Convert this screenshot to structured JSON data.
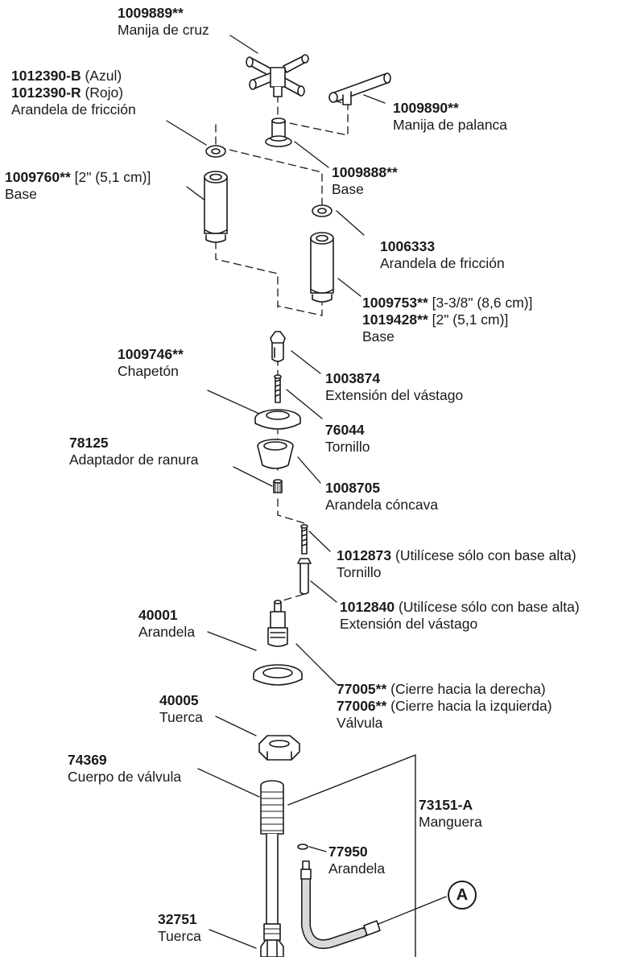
{
  "parts": [
    {
      "id": "p1009889",
      "lines": [
        [
          {
            "t": "1009889**",
            "b": true
          }
        ],
        [
          {
            "t": "Manija de cruz",
            "b": false
          }
        ]
      ]
    },
    {
      "id": "p1012390",
      "lines": [
        [
          {
            "t": "1012390-B",
            "b": true
          },
          {
            "t": " (Azul)",
            "b": false
          }
        ],
        [
          {
            "t": "1012390-R",
            "b": true
          },
          {
            "t": " (Rojo)",
            "b": false
          }
        ],
        [
          {
            "t": "Arandela de fricción",
            "b": false
          }
        ]
      ]
    },
    {
      "id": "p1009890",
      "lines": [
        [
          {
            "t": "1009890**",
            "b": true
          }
        ],
        [
          {
            "t": "Manija de palanca",
            "b": false
          }
        ]
      ]
    },
    {
      "id": "p1009760",
      "lines": [
        [
          {
            "t": "1009760**",
            "b": true
          },
          {
            "t": " [2\" (5,1 cm)]",
            "b": false
          }
        ],
        [
          {
            "t": "Base",
            "b": false
          }
        ]
      ]
    },
    {
      "id": "p1009888",
      "lines": [
        [
          {
            "t": "1009888**",
            "b": true
          }
        ],
        [
          {
            "t": "Base",
            "b": false
          }
        ]
      ]
    },
    {
      "id": "p1006333",
      "lines": [
        [
          {
            "t": "1006333",
            "b": true
          }
        ],
        [
          {
            "t": "Arandela de fricción",
            "b": false
          }
        ]
      ]
    },
    {
      "id": "p1009753",
      "lines": [
        [
          {
            "t": "1009753**",
            "b": true
          },
          {
            "t": " [3-3/8\" (8,6 cm)]",
            "b": false
          }
        ],
        [
          {
            "t": "1019428**",
            "b": true
          },
          {
            "t": " [2\" (5,1 cm)]",
            "b": false
          }
        ],
        [
          {
            "t": "Base",
            "b": false
          }
        ]
      ]
    },
    {
      "id": "p1009746",
      "lines": [
        [
          {
            "t": "1009746**",
            "b": true
          }
        ],
        [
          {
            "t": "Chapetón",
            "b": false
          }
        ]
      ]
    },
    {
      "id": "p1003874",
      "lines": [
        [
          {
            "t": "1003874",
            "b": true
          }
        ],
        [
          {
            "t": "Extensión del vástago",
            "b": false
          }
        ]
      ]
    },
    {
      "id": "p76044",
      "lines": [
        [
          {
            "t": "76044",
            "b": true
          }
        ],
        [
          {
            "t": "Tornillo",
            "b": false
          }
        ]
      ]
    },
    {
      "id": "p78125",
      "lines": [
        [
          {
            "t": "78125",
            "b": true
          }
        ],
        [
          {
            "t": "Adaptador de ranura",
            "b": false
          }
        ]
      ]
    },
    {
      "id": "p1008705",
      "lines": [
        [
          {
            "t": "1008705",
            "b": true
          }
        ],
        [
          {
            "t": "Arandela cóncava",
            "b": false
          }
        ]
      ]
    },
    {
      "id": "p1012873",
      "lines": [
        [
          {
            "t": "1012873",
            "b": true
          },
          {
            "t": " (Utilícese sólo con base alta)",
            "b": false
          }
        ],
        [
          {
            "t": "Tornillo",
            "b": false
          }
        ]
      ]
    },
    {
      "id": "p1012840",
      "lines": [
        [
          {
            "t": "1012840",
            "b": true
          },
          {
            "t": " (Utilícese sólo con base alta)",
            "b": false
          }
        ],
        [
          {
            "t": "Extensión del vástago",
            "b": false
          }
        ]
      ]
    },
    {
      "id": "p40001",
      "lines": [
        [
          {
            "t": "40001",
            "b": true
          }
        ],
        [
          {
            "t": "Arandela",
            "b": false
          }
        ]
      ]
    },
    {
      "id": "p77005",
      "lines": [
        [
          {
            "t": "77005**",
            "b": true
          },
          {
            "t": " (Cierre hacia la derecha)",
            "b": false
          }
        ],
        [
          {
            "t": "77006**",
            "b": true
          },
          {
            "t": " (Cierre hacia la izquierda)",
            "b": false
          }
        ],
        [
          {
            "t": "Válvula",
            "b": false
          }
        ]
      ]
    },
    {
      "id": "p40005",
      "lines": [
        [
          {
            "t": "40005",
            "b": true
          }
        ],
        [
          {
            "t": "Tuerca",
            "b": false
          }
        ]
      ]
    },
    {
      "id": "p74369",
      "lines": [
        [
          {
            "t": "74369",
            "b": true
          }
        ],
        [
          {
            "t": "Cuerpo de válvula",
            "b": false
          }
        ]
      ]
    },
    {
      "id": "p73151",
      "lines": [
        [
          {
            "t": "73151-A",
            "b": true
          }
        ],
        [
          {
            "t": "Manguera",
            "b": false
          }
        ]
      ]
    },
    {
      "id": "p77950",
      "lines": [
        [
          {
            "t": "77950",
            "b": true
          }
        ],
        [
          {
            "t": "Arandela",
            "b": false
          }
        ]
      ]
    },
    {
      "id": "p32751",
      "lines": [
        [
          {
            "t": "32751",
            "b": true
          }
        ],
        [
          {
            "t": "Tuerca",
            "b": false
          }
        ]
      ]
    }
  ],
  "callout": {
    "label": "A"
  },
  "colors": {
    "line": "#1a1a1a",
    "background": "#ffffff",
    "part_fill": "#ffffff",
    "shade": "#d9d9d9"
  }
}
